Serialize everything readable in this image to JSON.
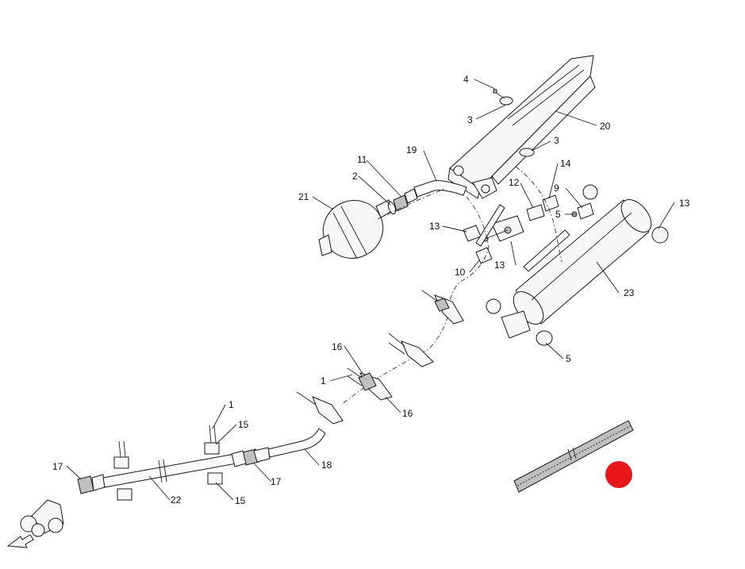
{
  "diagram": {
    "callouts": [
      {
        "id": "c4",
        "text": "4"
      },
      {
        "id": "c3a",
        "text": "3"
      },
      {
        "id": "c20",
        "text": "20"
      },
      {
        "id": "c3b",
        "text": "3"
      },
      {
        "id": "c19",
        "text": "19"
      },
      {
        "id": "c11",
        "text": "11"
      },
      {
        "id": "c2",
        "text": "2"
      },
      {
        "id": "c21",
        "text": "21"
      },
      {
        "id": "c13a",
        "text": "13"
      },
      {
        "id": "c12",
        "text": "12"
      },
      {
        "id": "c14",
        "text": "14"
      },
      {
        "id": "c9",
        "text": "9"
      },
      {
        "id": "c5a",
        "text": "5"
      },
      {
        "id": "c13b",
        "text": "13"
      },
      {
        "id": "c10",
        "text": "10"
      },
      {
        "id": "c13c",
        "text": "13"
      },
      {
        "id": "c23",
        "text": "23"
      },
      {
        "id": "c5b",
        "text": "5"
      },
      {
        "id": "c16a",
        "text": "16"
      },
      {
        "id": "c1a",
        "text": "1"
      },
      {
        "id": "c16b",
        "text": "16"
      },
      {
        "id": "c1b",
        "text": "1"
      },
      {
        "id": "c15a",
        "text": "15"
      },
      {
        "id": "c17a",
        "text": "17"
      },
      {
        "id": "c18",
        "text": "18"
      },
      {
        "id": "c17b",
        "text": "17"
      },
      {
        "id": "c22",
        "text": "22"
      },
      {
        "id": "c15b",
        "text": "15"
      }
    ],
    "highlight_color": "#e8171b",
    "line_color": "#1a1a1a"
  }
}
